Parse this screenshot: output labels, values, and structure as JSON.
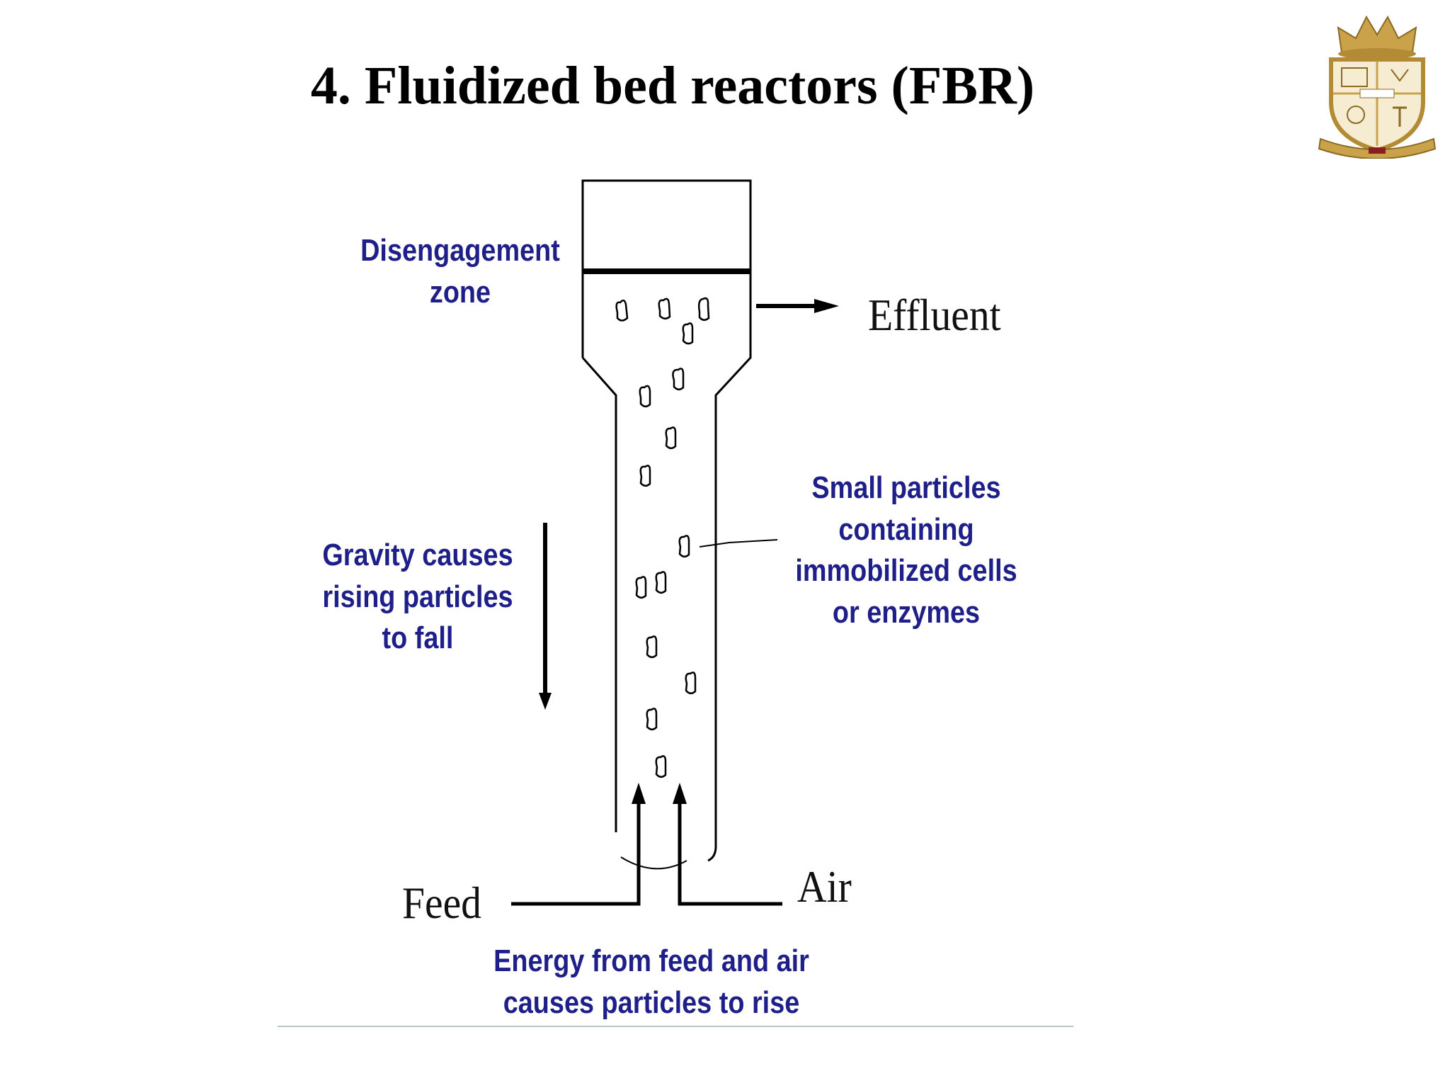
{
  "slide": {
    "title": "4. Fluidized bed reactors (FBR)"
  },
  "logo": {
    "icon": "college-crest-logo",
    "colors": {
      "gold": "#c9a24a",
      "dark_gold": "#8a6a24",
      "red": "#8b1f1f",
      "cream": "#f5ecd2"
    }
  },
  "diagram": {
    "labels": {
      "disengagement": "Disengagement\nzone",
      "effluent": "Effluent",
      "gravity": "Gravity causes\nrising particles\nto fall",
      "particles": "Small particles\ncontaining\nimmobilized cells\nor enzymes",
      "feed": "Feed",
      "air": "Air",
      "energy": "Energy from feed and air\ncauses particles to rise"
    },
    "colors": {
      "label_blue": "#1f1f8a",
      "line": "#000000"
    }
  }
}
